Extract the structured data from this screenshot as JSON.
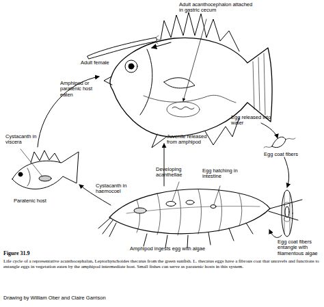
{
  "diagram": {
    "title": "Figure 31.9",
    "caption": "Life cycle of a representative acanthocephalan, Leptorhynchoides thecatus from the green sunfish. L. thecatus eggs have a fibrous coat that unravels and functions to entangle eggs in vegetation eaten by the amphipod intermediate host. Small fishes can serve as paratenic hosts in this system.",
    "labels": [
      "Adult female",
      "Adult acanthocephalon attached in gastric cecum",
      "Amphipod or paratenic host eaten",
      "Juvenile released from amphipod",
      "Egg released into water",
      "Egg coat fibers",
      "Cystacanth in viscera",
      "Paratenic host",
      "Cystacanth in haemocoel",
      "Developing acanthellae",
      "Egg hatching in intestine",
      "Egg coat fibers entangle with filamentous algae",
      "Amphipod ingests egg with algae",
      "Drawing by William Ober and Claire Garrison"
    ]
  }
}
